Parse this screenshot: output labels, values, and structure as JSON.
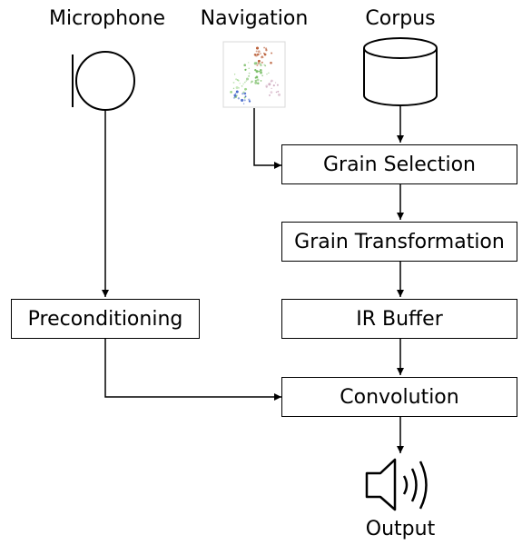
{
  "inputs": {
    "microphone": "Microphone",
    "navigation": "Navigation",
    "corpus": "Corpus"
  },
  "blocks": {
    "grain_selection": "Grain Selection",
    "grain_transformation": "Grain Transformation",
    "ir_buffer": "IR Buffer",
    "convolution": "Convolution",
    "preconditioning": "Preconditioning"
  },
  "output": {
    "label": "Output"
  },
  "icons": {
    "microphone": "microphone-icon",
    "navigation": "scatter-map-thumbnail",
    "corpus": "database-icon",
    "output": "speaker-icon"
  },
  "colors": {
    "stroke": "#000000",
    "background": "#ffffff"
  }
}
